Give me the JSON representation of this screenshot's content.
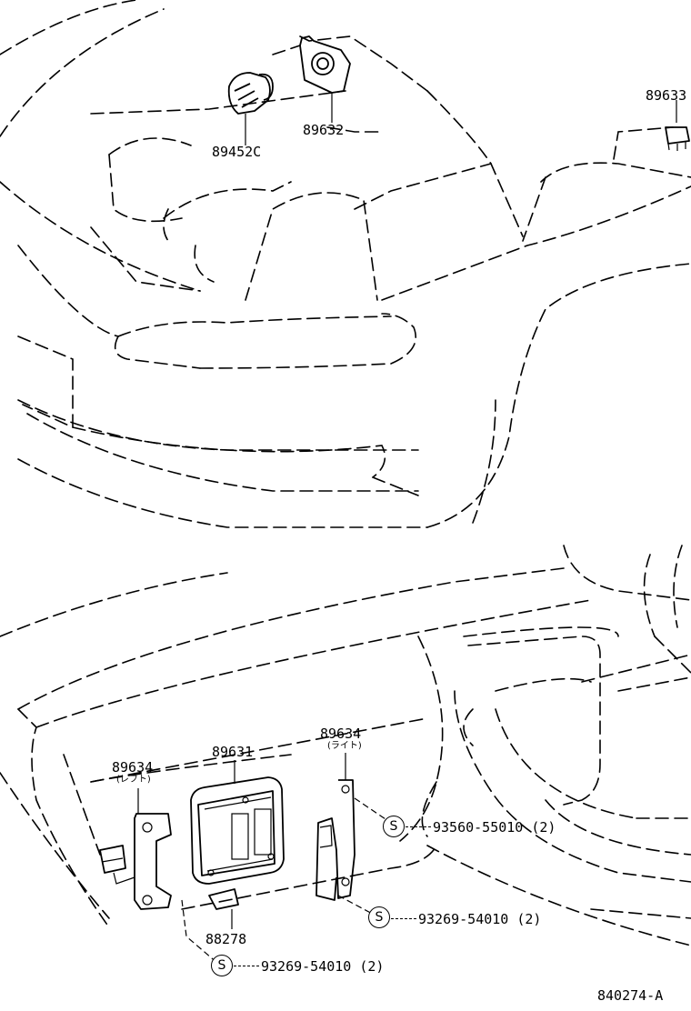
{
  "parts": {
    "p89452c": "89452C",
    "p89632": "89632",
    "p89633": "89633",
    "p89631": "89631",
    "p89634_left": "89634",
    "p89634_left_note": "(レフト)",
    "p89634_right": "89634",
    "p89634_right_note": "(ライト)",
    "p88278": "88278",
    "screw_1": "93560-55010 (2)",
    "screw_2": "93269-54010 (2)",
    "screw_3": "93269-54010 (2)"
  },
  "screw_symbol": "S",
  "diagram_code": "840274-A"
}
